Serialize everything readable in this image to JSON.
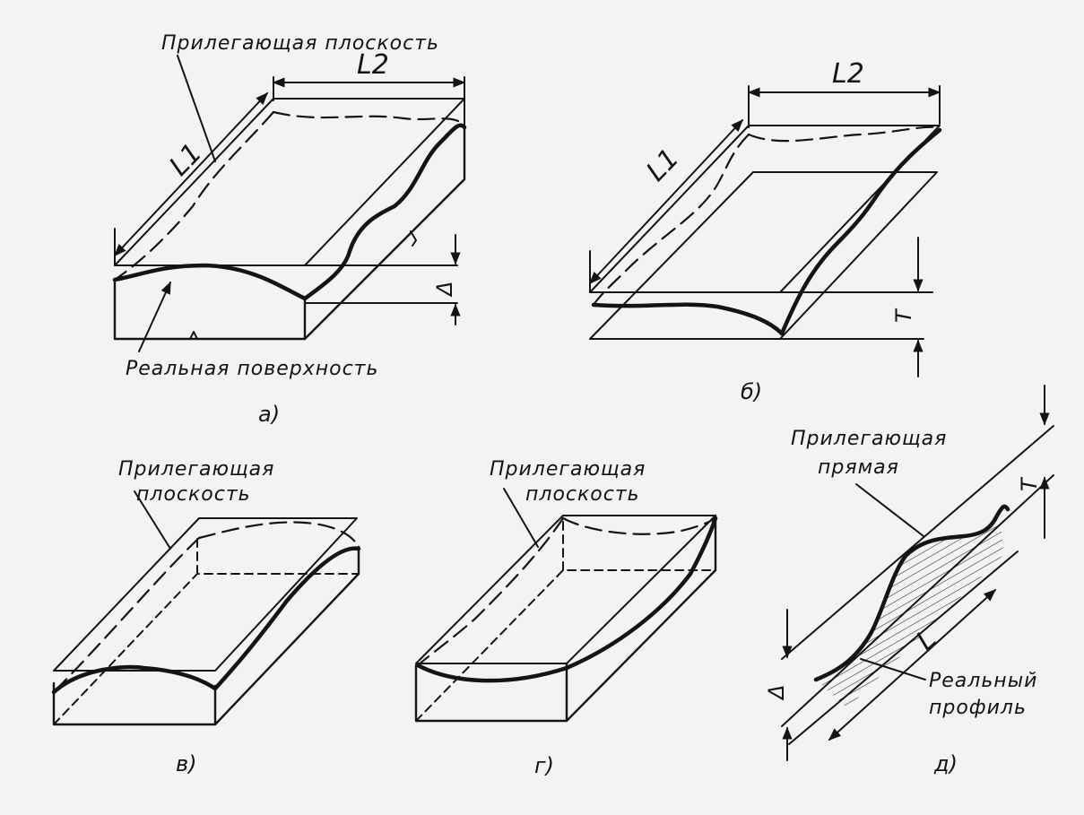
{
  "figures": {
    "a": {
      "caption": "а)",
      "adjacent_plane_label": "Прилегающая плоскость",
      "real_surface_label": "Реальная поверхность",
      "dim_l1": "L1",
      "dim_l2": "L2",
      "dim_delta": "Δ"
    },
    "b": {
      "caption": "б)",
      "dim_l1": "L1",
      "dim_l2": "L2",
      "dim_t": "T"
    },
    "v": {
      "caption": "в)",
      "adjacent_plane_label_line1": "Прилегающая",
      "adjacent_plane_label_line2": "плоскость"
    },
    "g": {
      "caption": "г)",
      "adjacent_plane_label_line1": "Прилегающая",
      "adjacent_plane_label_line2": "плоскость"
    },
    "d": {
      "caption": "д)",
      "adjacent_line_label_line1": "Прилегающая",
      "adjacent_line_label_line2": "прямая",
      "real_profile_label_line1": "Реальный",
      "real_profile_label_line2": "профиль",
      "dim_t": "T",
      "dim_l": "L",
      "dim_delta": "Δ"
    }
  }
}
